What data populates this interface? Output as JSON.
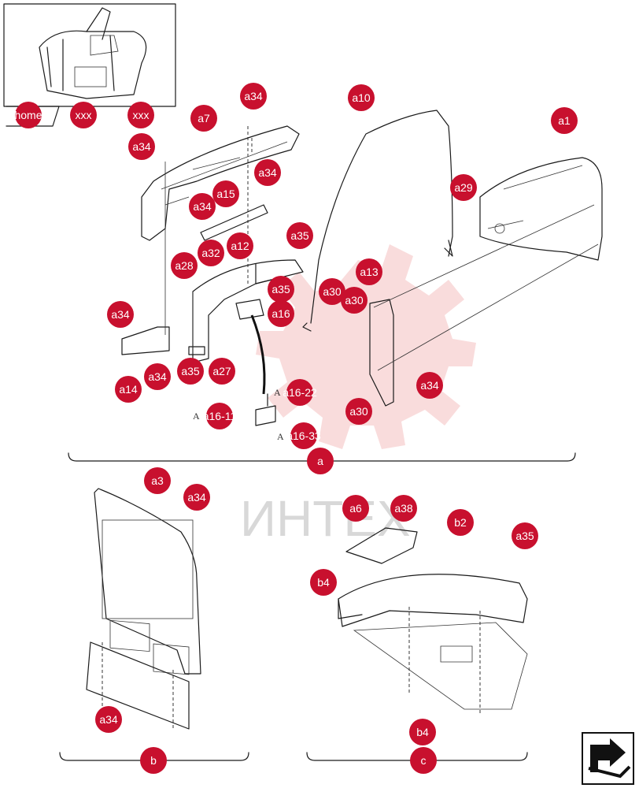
{
  "nav": {
    "home": "home",
    "prev": "xxx",
    "next": "xxx"
  },
  "colors": {
    "callout": "#c8102e",
    "watermark": "#f2c6c6"
  },
  "watermark_text": "ИНТЕХ",
  "groups": {
    "a": "a",
    "b": "b",
    "c": "c"
  },
  "callouts": [
    {
      "label": "a34"
    },
    {
      "label": "a7"
    },
    {
      "label": "a34"
    },
    {
      "label": "a34"
    },
    {
      "label": "a15"
    },
    {
      "label": "a34"
    },
    {
      "label": "a35"
    },
    {
      "label": "a12"
    },
    {
      "label": "a32"
    },
    {
      "label": "a28"
    },
    {
      "label": "a35"
    },
    {
      "label": "a16"
    },
    {
      "label": "a34"
    },
    {
      "label": "a14"
    },
    {
      "label": "a34"
    },
    {
      "label": "a35"
    },
    {
      "label": "a27"
    },
    {
      "label": "a10"
    },
    {
      "label": "a29"
    },
    {
      "label": "a1"
    },
    {
      "label": "a13"
    },
    {
      "label": "a30"
    },
    {
      "label": "a30"
    },
    {
      "label": "a34"
    },
    {
      "label": "a30"
    },
    {
      "label": "a16-22"
    },
    {
      "label": "a16-11"
    },
    {
      "label": "a16-33"
    },
    {
      "label": "a3"
    },
    {
      "label": "a34"
    },
    {
      "label": "a34"
    },
    {
      "label": "a6"
    },
    {
      "label": "a38"
    },
    {
      "label": "b2"
    },
    {
      "label": "a35"
    },
    {
      "label": "b4"
    },
    {
      "label": "b4"
    }
  ],
  "view_labels": {
    "a_1": "A",
    "a_2": "A",
    "a_3": "A"
  },
  "nav_icon": "next-page-arrow-icon"
}
